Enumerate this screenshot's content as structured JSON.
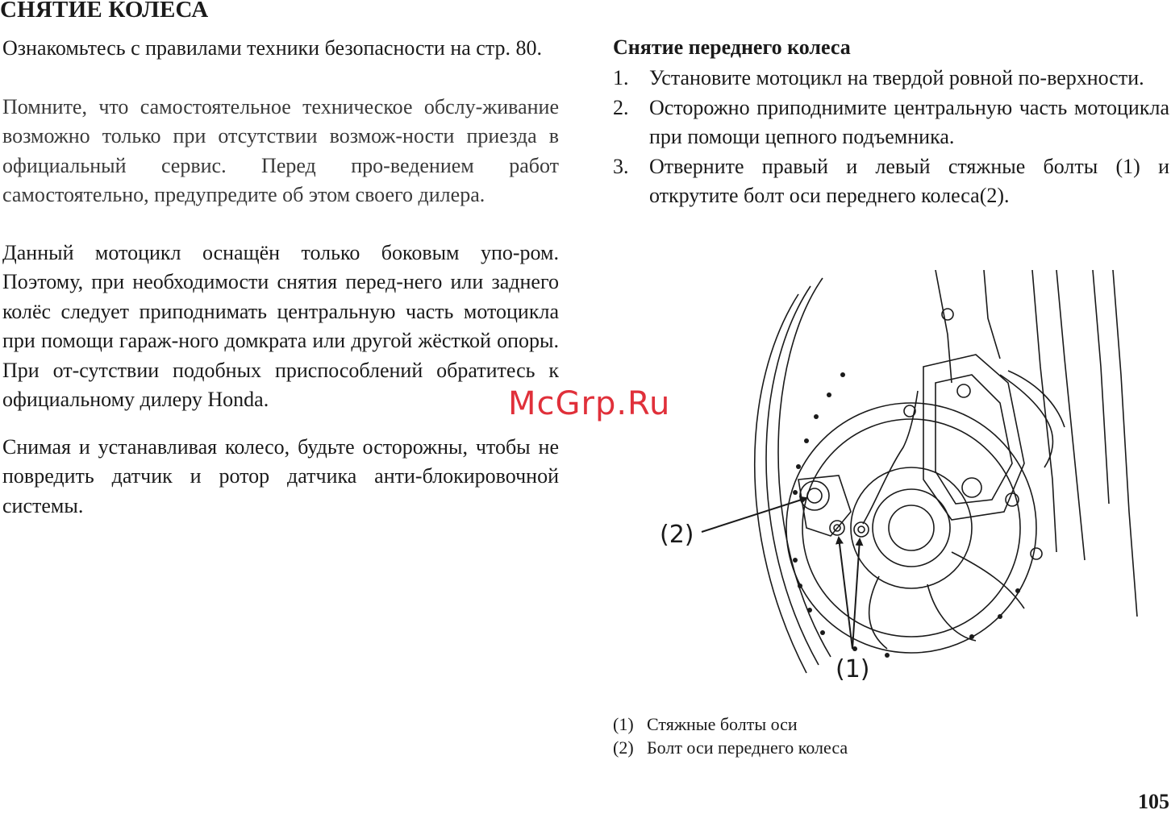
{
  "page": {
    "title": "СНЯТИЕ КОЛЕСА",
    "page_number": "105",
    "watermark": "McGrp.Ru"
  },
  "left_column": {
    "paragraphs": [
      "Ознакомьтесь с правилами техники безопасности на стр. 80.",
      "Помните, что самостоятельное техническое обслу-живание возможно только при отсутствии возмож-ности приезда в официальный сервис. Перед про-ведением работ самостоятельно, предупредите об этом своего дилера.",
      "Данный мотоцикл оснащён только боковым упо-ром. Поэтому, при необходимости снятия перед-него или заднего колёс следует приподнимать центральную часть мотоцикла при помощи гараж-ного домкрата или другой жёсткой опоры. При от-сутствии подобных приспособлений обратитесь к официальному дилеру Honda.",
      "Снимая и устанавливая колесо, будьте осторожны, чтобы не повредить датчик и ротор датчика анти-блокировочной системы."
    ]
  },
  "right_column": {
    "heading": "Снятие переднего колеса",
    "steps": [
      {
        "num": "1.",
        "text": "Установите мотоцикл на твердой ровной по-верхности."
      },
      {
        "num": "2.",
        "text": "Осторожно приподнимите центральную часть мотоцикла при помощи цепного подъемника."
      },
      {
        "num": "3.",
        "text": "Отверните правый и левый стяжные болты (1) и открутите болт оси переднего колеса(2)."
      }
    ]
  },
  "figure": {
    "callout_1": "(1)",
    "callout_2": "(2)",
    "legend": [
      {
        "num": "(1)",
        "text": "Стяжные болты оси"
      },
      {
        "num": "(2)",
        "text": "Болт оси переднего колеса"
      }
    ]
  },
  "colors": {
    "text": "#1a1a1a",
    "watermark": "#e0303a",
    "background": "#ffffff"
  }
}
